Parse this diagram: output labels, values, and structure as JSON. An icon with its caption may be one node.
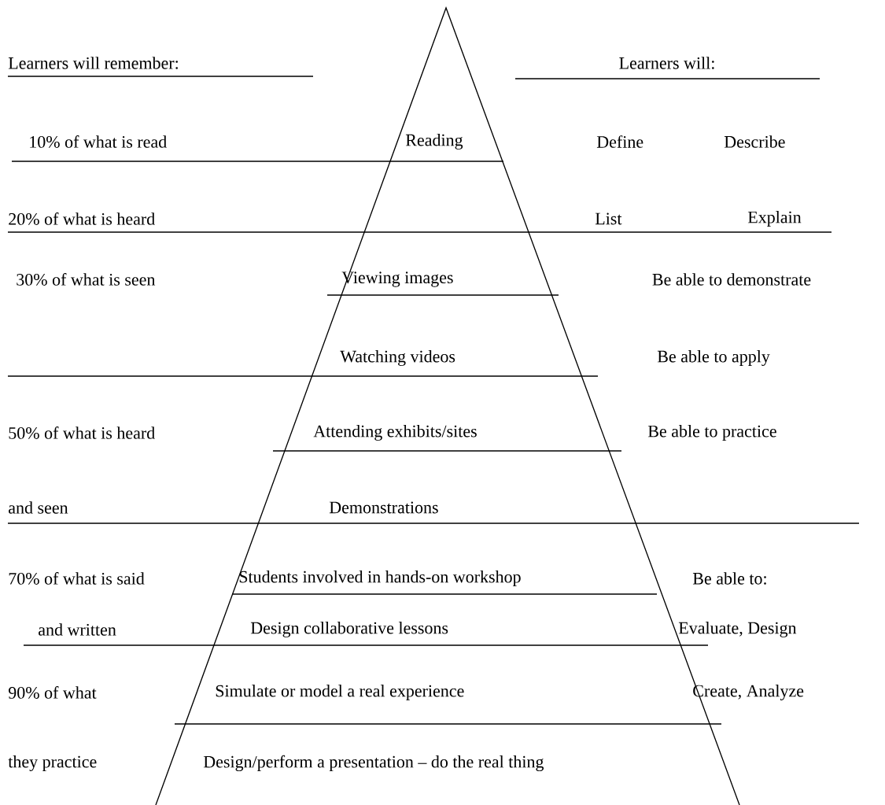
{
  "diagram": {
    "labels": [
      "Learners will remember:",
      "Learners will:",
      "10% of what is read",
      "Reading",
      "Define",
      "Describe",
      "20% of what is heard",
      "List",
      "Explain",
      "30% of what is seen",
      "Viewing images",
      "Be able to demonstrate",
      "Watching videos",
      "Be able to apply",
      "50% of what is heard",
      "Attending exhibits/sites",
      "Be able to practice",
      "and seen",
      "Demonstrations",
      "70% of what is said",
      "Students involved in hands-on workshop",
      "Be able to:",
      "and written",
      "Design collaborative lessons",
      "Evaluate, Design",
      "90% of what",
      "Simulate or model a real experience",
      "Create, Analyze",
      "they practice",
      "Design/perform a presentation – do the real thing"
    ]
  }
}
